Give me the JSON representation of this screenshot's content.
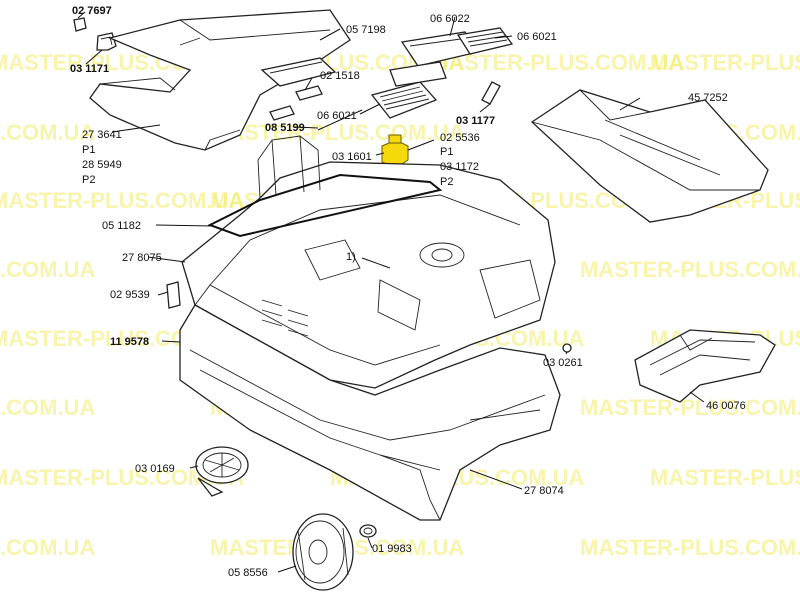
{
  "watermark": "MASTER-PLUS.COM.UA",
  "watermark_short": ".COM.UA",
  "highlight_color": "#f5d90a",
  "labels": {
    "p027697": "02 7697",
    "p031171": "03 1171",
    "p057198": "05 7198",
    "p066022": "06 6022",
    "p066021a": "06 6021",
    "p021518": "02 1518",
    "p066021b": "06 6021",
    "p031177": "03 1177",
    "p457252": "45 7252",
    "p273641": "27 3641",
    "p1": "P1",
    "p285949": "28 5949",
    "p2": "P2",
    "p085199": "08 5199",
    "p031601": "03 1601",
    "p025536": "02 5536",
    "p1b": "P1",
    "p031172": "03 1172",
    "p2b": "P2",
    "p051182": "05 1182",
    "p278075": "27 8075",
    "p029539": "02 9539",
    "p119578": "11 9578",
    "note1": "1)",
    "p030261": "03 0261",
    "p460076": "46 0076",
    "p030169": "03 0169",
    "p278074": "27 8074",
    "p019983": "01 9983",
    "p058556": "05 8556"
  }
}
